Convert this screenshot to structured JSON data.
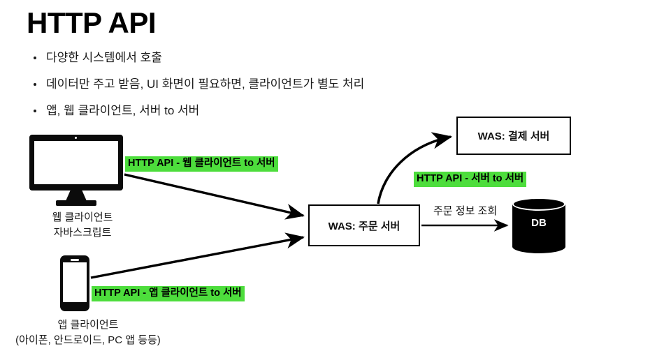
{
  "slide": {
    "title": "HTTP API",
    "background_color": "#ffffff",
    "highlight_color": "#4ddd3c",
    "text_color": "#000000"
  },
  "bullets": [
    {
      "text": "다양한 시스템에서 호출"
    },
    {
      "text": "데이터만 주고 받음, UI 화면이 필요하면, 클라이언트가 별도 처리"
    },
    {
      "text": "앱, 웹 클라이언트, 서버 to 서버"
    }
  ],
  "diagram": {
    "nodes": {
      "web_client": {
        "icon": "monitor-icon",
        "caption_line1": "웹 클라이언트",
        "caption_line2": "자바스크립트"
      },
      "app_client": {
        "icon": "smartphone-icon",
        "caption_line1": "앱 클라이언트",
        "caption_line2": "(아이폰, 안드로이드, PC 앱 등등)"
      },
      "order_server": {
        "label": "WAS: 주문 서버"
      },
      "payment_server": {
        "label": "WAS: 결제 서버"
      },
      "database": {
        "icon": "database-cylinder-icon",
        "label": "DB"
      }
    },
    "edge_labels": {
      "web_to_server": "HTTP API - 웹 클라이언트 to 서버",
      "app_to_server": "HTTP API - 앱 클라이언트 to 서버",
      "server_to_server": "HTTP API - 서버 to 서버",
      "order_to_db": "주문 정보 조회"
    }
  }
}
